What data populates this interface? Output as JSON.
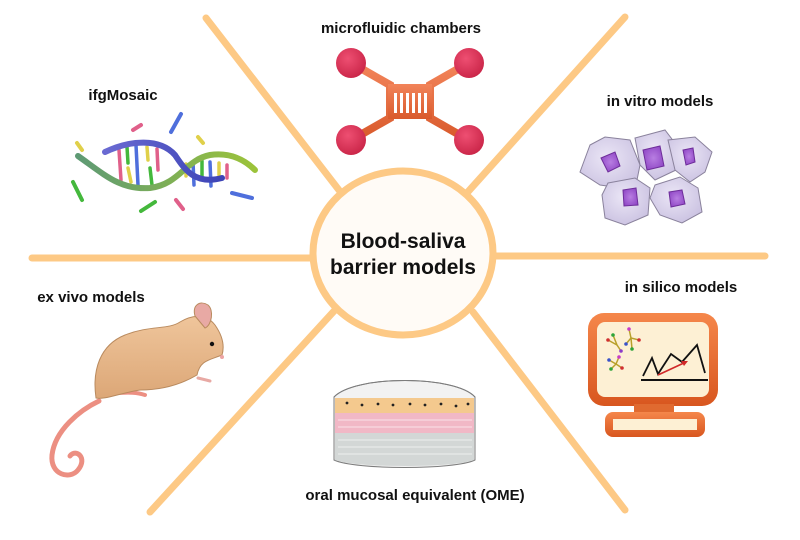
{
  "diagram": {
    "type": "radial-concept-map",
    "center": {
      "line1": "Blood-saliva",
      "line2": "barrier models"
    },
    "branches": [
      {
        "id": "microfluidic",
        "label": "microfluidic chambers",
        "icon": "microfluidic-chip-icon",
        "position": "top"
      },
      {
        "id": "invitro",
        "label": "in vitro models",
        "icon": "cell-cluster-icon",
        "position": "top-right"
      },
      {
        "id": "insilico",
        "label": "in silico models",
        "icon": "computer-monitor-icon",
        "position": "bottom-right"
      },
      {
        "id": "ome",
        "label": "oral mucosal equivalent (OME)",
        "icon": "tissue-layers-icon",
        "position": "bottom"
      },
      {
        "id": "exvivo",
        "label": "ex vivo models",
        "icon": "mouse-icon",
        "position": "bottom-left"
      },
      {
        "id": "ifgmosaic",
        "label": "ifgMosaic",
        "icon": "dna-helix-icon",
        "position": "top-left"
      }
    ],
    "colors": {
      "spoke": "#fdc985",
      "center_fill": "#fffbf6",
      "chip_body": "#ec6a3c",
      "chip_port": "#db3157",
      "cell_fill": "#ddd6ef",
      "cell_nucleus": "#a55fd6",
      "monitor_frame": "#ec6a2e",
      "monitor_screen": "#fdf0d4",
      "mouse_body": "#e8b889",
      "mouse_tail": "#ec8f82",
      "ome_top": "#f4c98e",
      "ome_mid": "#f1b8c6",
      "ome_bottom": "#d3d7d6"
    }
  }
}
